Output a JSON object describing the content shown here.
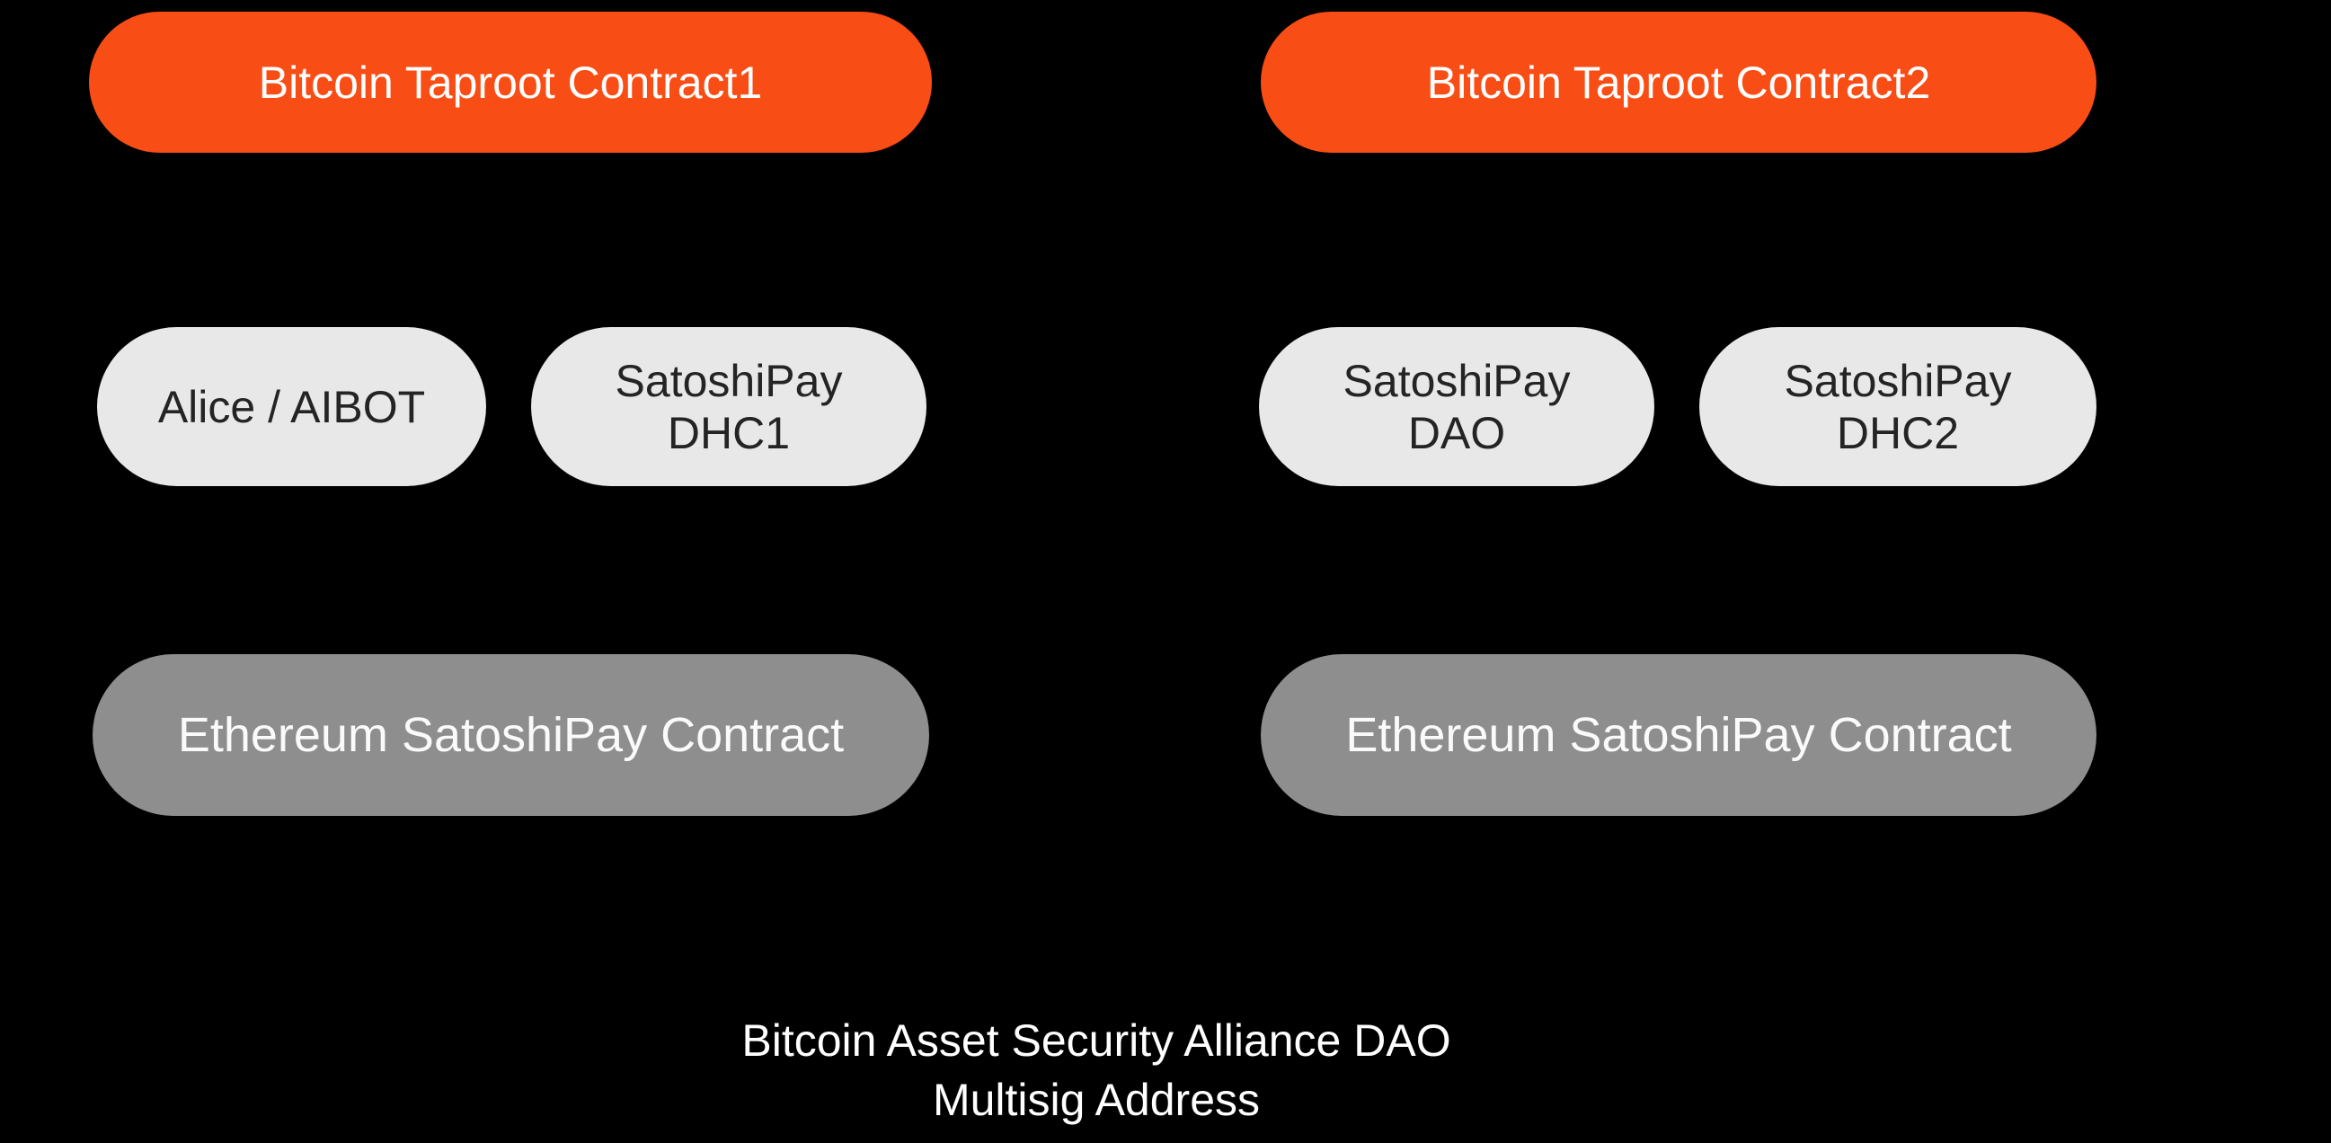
{
  "colors": {
    "background": "#000000",
    "taproot_fill": "#F94D16",
    "taproot_text": "#FFFFFF",
    "member_fill": "#E8E8E8",
    "member_text": "#242424",
    "ethereum_fill": "#8E8E8E",
    "ethereum_text": "#FAFAFA",
    "footer_text": "#FFFFFF"
  },
  "diagram": {
    "taproot_nodes": [
      {
        "label": "Bitcoin Taproot Contract1"
      },
      {
        "label": "Bitcoin Taproot Contract2"
      }
    ],
    "member_nodes": [
      {
        "lines": [
          "Alice / AIBOT"
        ]
      },
      {
        "lines": [
          "SatoshiPay",
          "DHC1"
        ]
      },
      {
        "lines": [
          "SatoshiPay",
          "DAO"
        ]
      },
      {
        "lines": [
          "SatoshiPay",
          "DHC2"
        ]
      }
    ],
    "ethereum_nodes": [
      {
        "label": "Ethereum SatoshiPay Contract"
      },
      {
        "label": "Ethereum SatoshiPay Contract"
      }
    ],
    "footer": {
      "line1": "Bitcoin Asset Security Alliance DAO",
      "line2": "Multisig Address"
    }
  }
}
